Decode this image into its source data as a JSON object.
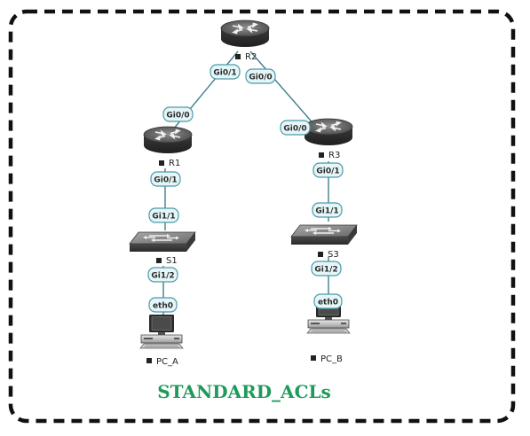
{
  "title": "STANDARD_ACLs",
  "colors": {
    "title": "#1e9a5a",
    "link": "#3d7f8c",
    "port_border": "#4a9aa8",
    "port_fill": "#e6f6f8",
    "border": "#111111"
  },
  "nodes": {
    "r2": {
      "label": "R2",
      "icon": "router-icon"
    },
    "r1": {
      "label": "R1",
      "icon": "router-icon"
    },
    "r3": {
      "label": "R3",
      "icon": "router-icon"
    },
    "s1": {
      "label": "S1",
      "icon": "switch-icon"
    },
    "s3": {
      "label": "S3",
      "icon": "switch-icon"
    },
    "pc_a": {
      "label": "PC_A",
      "icon": "pc-icon"
    },
    "pc_b": {
      "label": "PC_B",
      "icon": "pc-icon"
    }
  },
  "ports": {
    "r2_gi01": "Gi0/1",
    "r2_gi00": "Gi0/0",
    "r1_gi00": "Gi0/0",
    "r3_gi00": "Gi0/0",
    "r1_gi01": "Gi0/1",
    "s1_gi11": "Gi1/1",
    "s1_gi12": "Gi1/2",
    "pca_eth0": "eth0",
    "r3_gi01": "Gi0/1",
    "s3_gi11": "Gi1/1",
    "s3_gi12": "Gi1/2",
    "pcb_eth0": "eth0"
  }
}
